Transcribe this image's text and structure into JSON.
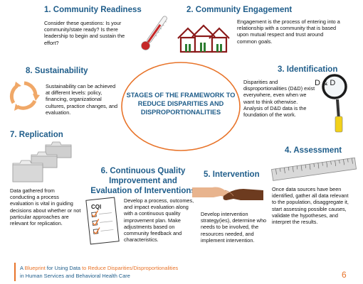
{
  "center": {
    "title": "STAGES OF THE FRAMEWORK TO REDUCE DISPARITIES AND DISPROPORTIONALITIES"
  },
  "stages": [
    {
      "title": "1. Community Readiness",
      "body": "Consider these questions: Is your community/state ready? Is there leadership to begin and sustain the effort?"
    },
    {
      "title": "2. Community Engagement",
      "body": "Engagement is the process of entering into a relationship with a community that is based upon mutual respect and trust around common goals."
    },
    {
      "title": "3. Identification",
      "body": "Disparities and disproportionalities (D&D) exist everywhere, even when we want to think otherwise. Analysis of D&D data is the foundation of the work."
    },
    {
      "title": "4. Assessment",
      "body": "Once data sources have been identified, gather all data relevant to the population, disaggregate it, start assessing possible causes, validate the hypotheses, and interpret the results."
    },
    {
      "title": "5. Intervention",
      "body": "Develop intervention strategy(ies), determine who needs to be involved, the resources needed, and implement intervention."
    },
    {
      "title": "6. Continuous Quality Improvement and Evaluation of Interventions",
      "body": "Develop a process, outcomes, and impact evaluation along with a continuous quality improvement plan. Make adjustments based on community feedback and characteristics."
    },
    {
      "title": "7. Replication",
      "body": "Data gathered from conducting a process evaluation is vital in guiding decisions about whether or not particular approaches are relevant for replication."
    },
    {
      "title": "8. Sustainability",
      "body": "Sustainability can be achieved at different levels: policy, financing, organizational cultures, practice changes, and evaluation."
    }
  ],
  "icons": {
    "identification_letters": "D & D",
    "cqi_label": "CQI"
  },
  "footer": {
    "line1_pre": "A ",
    "line1_hl1": "Blueprint",
    "line1_mid": " for Using Data ",
    "line1_hl2": "to Reduce Disparities/Disproportionalities",
    "line2": "in Human Services and Behavioral Health Care",
    "page": "6"
  },
  "colors": {
    "title_blue": "#1f5d8a",
    "accent_orange": "#e8742a",
    "house_red": "#8b1a1a",
    "thermo_red": "#c62828"
  }
}
